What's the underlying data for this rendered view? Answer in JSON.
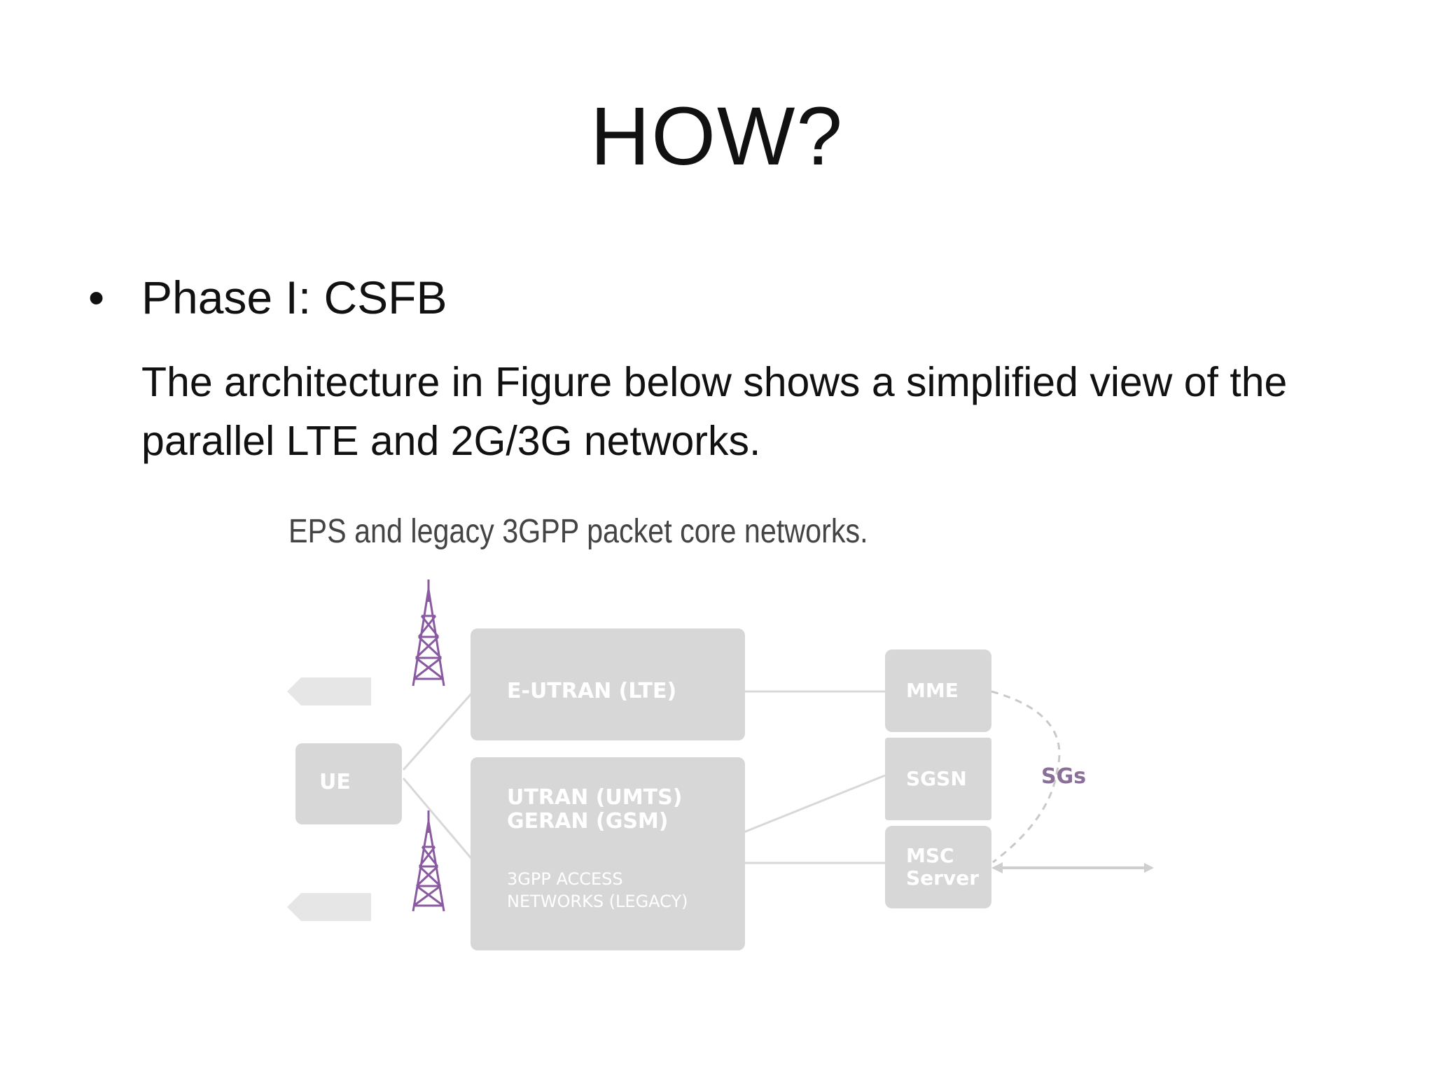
{
  "slide": {
    "title": "HOW?",
    "bullet_marker": "•",
    "bullet": "Phase I: CSFB",
    "body": "The architecture in Figure below shows a simplified view of the parallel LTE and 2G/3G networks."
  },
  "figure": {
    "caption": "EPS and legacy 3GPP packet core networks.",
    "nodes": {
      "ue": "UE",
      "eutran": "E-UTRAN (LTE)",
      "utran_line1": "UTRAN (UMTS)",
      "utran_line2": "GERAN (GSM)",
      "legacy_line1": "3GPP ACCESS",
      "legacy_line2": "NETWORKS (LEGACY)",
      "mme": "MME",
      "sgsn": "SGSN",
      "msc_line1": "MSC",
      "msc_line2": "Server"
    },
    "interface_label": "SGs",
    "colors": {
      "box": "#d7d7d7",
      "tower": "#8a5aa0",
      "sgs": "#8a6f98"
    }
  }
}
